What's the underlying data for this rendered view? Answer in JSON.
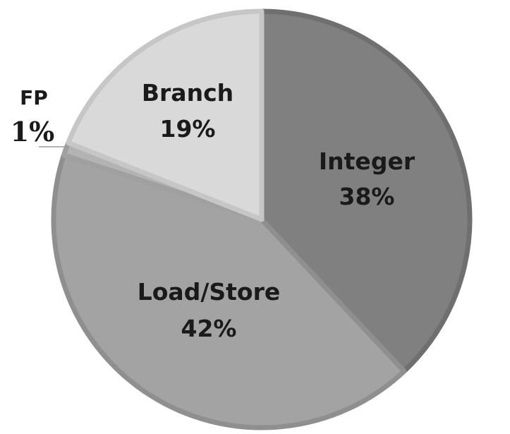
{
  "chart_data": {
    "type": "pie",
    "slices": [
      {
        "label": "Integer",
        "value": 38,
        "value_label": "38%",
        "color": "#808080",
        "edge": "#6f6f6f"
      },
      {
        "label": "Load/Store",
        "value": 42,
        "value_label": "42%",
        "color": "#a3a3a3",
        "edge": "#8f8f8f"
      },
      {
        "label": "FP",
        "value": 1,
        "value_label": "1%",
        "color": "#b3b3b3",
        "edge": "#a0a0a0"
      },
      {
        "label": "Branch",
        "value": 19,
        "value_label": "19%",
        "color": "#d9d9d9",
        "edge": "#c6c6c6"
      }
    ],
    "start_angle": "top",
    "direction": "clockwise",
    "legend": "none"
  }
}
